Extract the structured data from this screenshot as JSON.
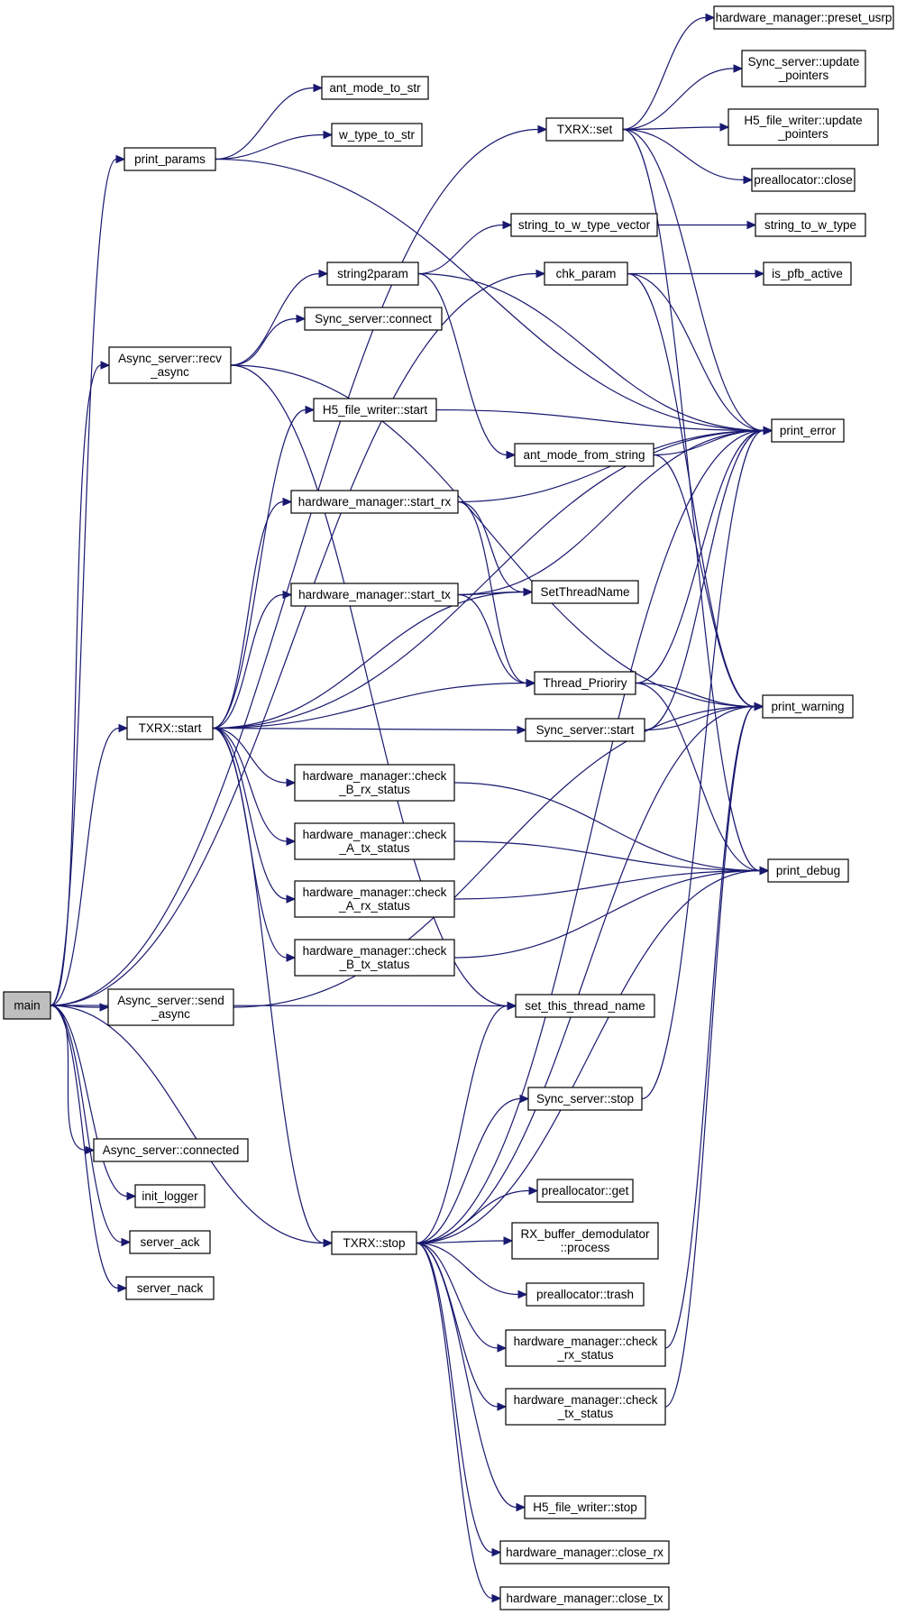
{
  "nodes": [
    {
      "id": "main",
      "lines": [
        "main"
      ],
      "root": true
    },
    {
      "id": "print_params",
      "lines": [
        "print_params"
      ]
    },
    {
      "id": "async_recv",
      "lines": [
        "Async_server::recv",
        "_async"
      ]
    },
    {
      "id": "txrx_start",
      "lines": [
        "TXRX::start"
      ]
    },
    {
      "id": "async_send",
      "lines": [
        "Async_server::send",
        "_async"
      ]
    },
    {
      "id": "async_connected",
      "lines": [
        "Async_server::connected"
      ]
    },
    {
      "id": "init_logger",
      "lines": [
        "init_logger"
      ]
    },
    {
      "id": "server_ack",
      "lines": [
        "server_ack"
      ]
    },
    {
      "id": "server_nack",
      "lines": [
        "server_nack"
      ]
    },
    {
      "id": "txrx_stop",
      "lines": [
        "TXRX::stop"
      ]
    },
    {
      "id": "ant_mode_to_str",
      "lines": [
        "ant_mode_to_str"
      ]
    },
    {
      "id": "w_type_to_str",
      "lines": [
        "w_type_to_str"
      ]
    },
    {
      "id": "string2param",
      "lines": [
        "string2param"
      ]
    },
    {
      "id": "sync_connect",
      "lines": [
        "Sync_server::connect"
      ]
    },
    {
      "id": "h5_start",
      "lines": [
        "H5_file_writer::start"
      ]
    },
    {
      "id": "hw_start_rx",
      "lines": [
        "hardware_manager::start_rx"
      ]
    },
    {
      "id": "hw_start_tx",
      "lines": [
        "hardware_manager::start_tx"
      ]
    },
    {
      "id": "hw_check_b_rx",
      "lines": [
        "hardware_manager::check",
        "_B_rx_status"
      ]
    },
    {
      "id": "hw_check_a_tx",
      "lines": [
        "hardware_manager::check",
        "_A_tx_status"
      ]
    },
    {
      "id": "hw_check_a_rx",
      "lines": [
        "hardware_manager::check",
        "_A_rx_status"
      ]
    },
    {
      "id": "hw_check_b_tx",
      "lines": [
        "hardware_manager::check",
        "_B_tx_status"
      ]
    },
    {
      "id": "txrx_set",
      "lines": [
        "TXRX::set"
      ]
    },
    {
      "id": "string_to_w_type_vector",
      "lines": [
        "string_to_w_type_vector"
      ]
    },
    {
      "id": "chk_param",
      "lines": [
        "chk_param"
      ]
    },
    {
      "id": "ant_mode_from_string",
      "lines": [
        "ant_mode_from_string"
      ]
    },
    {
      "id": "set_thread_name_cap",
      "lines": [
        "SetThreadName"
      ]
    },
    {
      "id": "thread_prioriry",
      "lines": [
        "Thread_Prioriry"
      ]
    },
    {
      "id": "sync_start",
      "lines": [
        "Sync_server::start"
      ]
    },
    {
      "id": "set_this_thread_name",
      "lines": [
        "set_this_thread_name"
      ]
    },
    {
      "id": "sync_stop",
      "lines": [
        "Sync_server::stop"
      ]
    },
    {
      "id": "prealloc_get",
      "lines": [
        "preallocator::get"
      ]
    },
    {
      "id": "rx_demod",
      "lines": [
        "RX_buffer_demodulator",
        "::process"
      ]
    },
    {
      "id": "prealloc_trash",
      "lines": [
        "preallocator::trash"
      ]
    },
    {
      "id": "hw_check_rx",
      "lines": [
        "hardware_manager::check",
        "_rx_status"
      ]
    },
    {
      "id": "hw_check_tx",
      "lines": [
        "hardware_manager::check",
        "_tx_status"
      ]
    },
    {
      "id": "h5_stop",
      "lines": [
        "H5_file_writer::stop"
      ]
    },
    {
      "id": "hw_close_rx",
      "lines": [
        "hardware_manager::close_rx"
      ]
    },
    {
      "id": "hw_close_tx",
      "lines": [
        "hardware_manager::close_tx"
      ]
    },
    {
      "id": "hw_preset_usrp",
      "lines": [
        "hardware_manager::preset_usrp"
      ]
    },
    {
      "id": "sync_update_pointers",
      "lines": [
        "Sync_server::update",
        "_pointers"
      ]
    },
    {
      "id": "h5_update_pointers",
      "lines": [
        "H5_file_writer::update",
        "_pointers"
      ]
    },
    {
      "id": "prealloc_close",
      "lines": [
        "preallocator::close"
      ]
    },
    {
      "id": "string_to_w_type",
      "lines": [
        "string_to_w_type"
      ]
    },
    {
      "id": "is_pfb_active",
      "lines": [
        "is_pfb_active"
      ]
    },
    {
      "id": "print_error",
      "lines": [
        "print_error"
      ]
    },
    {
      "id": "print_warning",
      "lines": [
        "print_warning"
      ]
    },
    {
      "id": "print_debug",
      "lines": [
        "print_debug"
      ]
    }
  ],
  "edges": [
    [
      "main",
      "txrx_set"
    ],
    [
      "main",
      "print_params"
    ],
    [
      "main",
      "chk_param"
    ],
    [
      "main",
      "async_recv"
    ],
    [
      "main",
      "txrx_start"
    ],
    [
      "main",
      "async_send"
    ],
    [
      "main",
      "set_this_thread_name"
    ],
    [
      "main",
      "txrx_stop"
    ],
    [
      "main",
      "async_connected"
    ],
    [
      "main",
      "init_logger"
    ],
    [
      "main",
      "server_ack"
    ],
    [
      "main",
      "server_nack"
    ],
    [
      "print_params",
      "ant_mode_to_str"
    ],
    [
      "print_params",
      "w_type_to_str"
    ],
    [
      "print_params",
      "print_error"
    ],
    [
      "async_recv",
      "string2param"
    ],
    [
      "async_recv",
      "sync_connect"
    ],
    [
      "async_recv",
      "print_warning"
    ],
    [
      "async_recv",
      "set_this_thread_name"
    ],
    [
      "txrx_start",
      "h5_start"
    ],
    [
      "txrx_start",
      "print_error"
    ],
    [
      "txrx_start",
      "hw_start_rx"
    ],
    [
      "txrx_start",
      "set_thread_name_cap"
    ],
    [
      "txrx_start",
      "hw_start_tx"
    ],
    [
      "txrx_start",
      "thread_prioriry"
    ],
    [
      "txrx_start",
      "sync_start"
    ],
    [
      "txrx_start",
      "hw_check_b_rx"
    ],
    [
      "txrx_start",
      "hw_check_a_tx"
    ],
    [
      "txrx_start",
      "hw_check_a_rx"
    ],
    [
      "txrx_start",
      "hw_check_b_tx"
    ],
    [
      "txrx_start",
      "txrx_stop"
    ],
    [
      "async_send",
      "print_warning"
    ],
    [
      "string2param",
      "string_to_w_type_vector"
    ],
    [
      "string2param",
      "ant_mode_from_string"
    ],
    [
      "string2param",
      "print_error"
    ],
    [
      "h5_start",
      "print_error"
    ],
    [
      "hw_start_rx",
      "print_error"
    ],
    [
      "hw_start_rx",
      "set_thread_name_cap"
    ],
    [
      "hw_start_rx",
      "thread_prioriry"
    ],
    [
      "hw_start_tx",
      "set_thread_name_cap"
    ],
    [
      "hw_start_tx",
      "thread_prioriry"
    ],
    [
      "hw_start_tx",
      "print_error"
    ],
    [
      "hw_check_b_rx",
      "print_debug"
    ],
    [
      "hw_check_a_tx",
      "print_debug"
    ],
    [
      "hw_check_a_rx",
      "print_debug"
    ],
    [
      "hw_check_b_tx",
      "print_debug"
    ],
    [
      "txrx_set",
      "hw_preset_usrp"
    ],
    [
      "txrx_set",
      "sync_update_pointers"
    ],
    [
      "txrx_set",
      "h5_update_pointers"
    ],
    [
      "txrx_set",
      "prealloc_close"
    ],
    [
      "txrx_set",
      "print_error"
    ],
    [
      "txrx_set",
      "print_debug"
    ],
    [
      "string_to_w_type_vector",
      "string_to_w_type"
    ],
    [
      "chk_param",
      "is_pfb_active"
    ],
    [
      "chk_param",
      "print_error"
    ],
    [
      "chk_param",
      "print_warning"
    ],
    [
      "ant_mode_from_string",
      "print_error"
    ],
    [
      "ant_mode_from_string",
      "print_warning"
    ],
    [
      "thread_prioriry",
      "print_error"
    ],
    [
      "thread_prioriry",
      "print_warning"
    ],
    [
      "thread_prioriry",
      "print_debug"
    ],
    [
      "sync_start",
      "print_error"
    ],
    [
      "sync_start",
      "print_warning"
    ],
    [
      "txrx_stop",
      "set_this_thread_name"
    ],
    [
      "txrx_stop",
      "print_warning"
    ],
    [
      "txrx_stop",
      "sync_stop"
    ],
    [
      "txrx_stop",
      "print_error"
    ],
    [
      "txrx_stop",
      "prealloc_get"
    ],
    [
      "txrx_stop",
      "rx_demod"
    ],
    [
      "txrx_stop",
      "prealloc_trash"
    ],
    [
      "txrx_stop",
      "hw_check_rx"
    ],
    [
      "txrx_stop",
      "hw_check_tx"
    ],
    [
      "txrx_stop",
      "print_debug"
    ],
    [
      "txrx_stop",
      "h5_stop"
    ],
    [
      "txrx_stop",
      "hw_close_rx"
    ],
    [
      "txrx_stop",
      "hw_close_tx"
    ],
    [
      "sync_stop",
      "print_error"
    ],
    [
      "hw_check_rx",
      "print_warning"
    ],
    [
      "hw_check_tx",
      "print_warning"
    ]
  ]
}
